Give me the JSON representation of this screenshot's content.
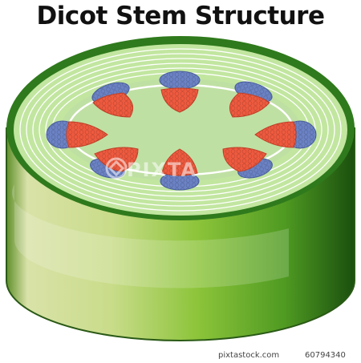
{
  "title": "Dicot Stem Structure",
  "watermark": "PIXTA",
  "footer": {
    "site": "pixtastock.com",
    "image_number": "60794340"
  },
  "colors": {
    "epidermis": "#2f7a1c",
    "cortex": "#c2e6a0",
    "pith": "#bfe0a3",
    "phloem": "#6b82c4",
    "xylem": "#ee5a3f",
    "cambium_ring": "#ffffff",
    "side_dark": "#1f5c12",
    "side_light": "#d9e2a8"
  },
  "bundles": [
    {
      "name": "top"
    },
    {
      "name": "upper-right"
    },
    {
      "name": "right"
    },
    {
      "name": "lower-right"
    },
    {
      "name": "bottom"
    },
    {
      "name": "lower-left"
    },
    {
      "name": "left"
    },
    {
      "name": "upper-left"
    }
  ]
}
